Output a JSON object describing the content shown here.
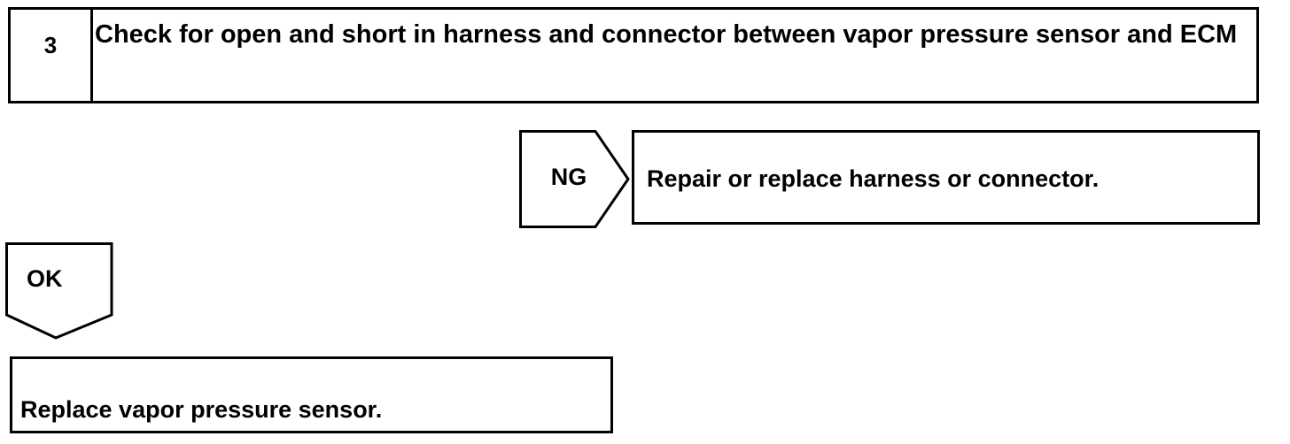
{
  "step": {
    "number": "3",
    "title": "Check for open and short in harness and connector between vapor pressure sensor and ECM"
  },
  "ng_branch": {
    "label": "NG",
    "action": "Repair or replace harness or connector."
  },
  "ok_branch": {
    "label": "OK"
  },
  "result": {
    "action": "Replace vapor pressure sensor."
  }
}
